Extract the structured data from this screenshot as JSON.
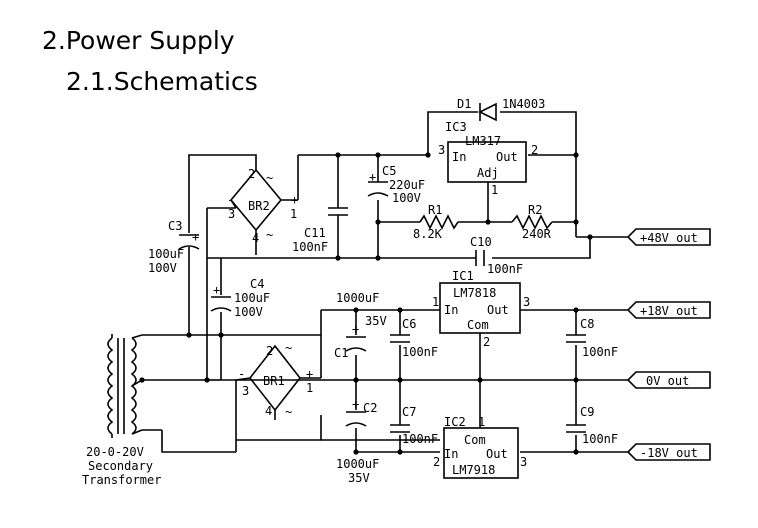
{
  "heading": {
    "section": "2.Power Supply",
    "subsection": "2.1.Schematics"
  },
  "parts": {
    "d1": "D1",
    "d1_type": "1N4003",
    "ic3": "IC3",
    "ic3_type": "LM317",
    "ic3_in": "In",
    "ic3_out": "Out",
    "ic3_adj": "Adj",
    "ic3_p3": "3",
    "ic3_p2": "2",
    "ic3_p1": "1",
    "c5": "C5",
    "c5_val": "220uF",
    "c5_v": "100V",
    "r1": "R1",
    "r1_val": "8.2K",
    "r2": "R2",
    "r2_val": "240R",
    "c11": "C11",
    "c11_val": "100nF",
    "c10": "C10",
    "c10_val": "100nF",
    "c3": "C3",
    "c3_val": "100uF",
    "c3_v": "100V",
    "c4": "C4",
    "c4_val": "100uF",
    "c4_v": "100V",
    "br2": "BR2",
    "br1": "BR1",
    "ic1": "IC1",
    "ic1_type": "LM7818",
    "ic1_in": "In",
    "ic1_out": "Out",
    "ic1_com": "Com",
    "ic1_p1": "1",
    "ic1_p3": "3",
    "ic1_p2": "2",
    "c1": "C1",
    "c1_top": "1000uF",
    "c1_v": "35V",
    "c2": "C2",
    "c2_val": "1000uF",
    "c2_v": "35V",
    "c6": "C6",
    "c6_val": "100nF",
    "c7": "C7",
    "c7_val": "100nF",
    "c8": "C8",
    "c8_val": "100nF",
    "c9": "C9",
    "c9_val": "100nF",
    "ic2": "IC2",
    "ic2_pin1": "1",
    "ic2_type": "LM7918",
    "ic2_in": "In",
    "ic2_out": "Out",
    "ic2_com": "Com",
    "ic2_p2": "2",
    "ic2_p3": "3",
    "transformer_l1": "20-0-20V",
    "transformer_l2": "Secondary",
    "transformer_l3": "Transformer"
  },
  "pins": {
    "p1": "1",
    "p2": "2",
    "p3": "3",
    "p4": "4",
    "plus": "+",
    "minus": "-",
    "tilde": "~"
  },
  "outputs": [
    "+48V out",
    "+18V out",
    "0V out",
    "-18V out"
  ]
}
